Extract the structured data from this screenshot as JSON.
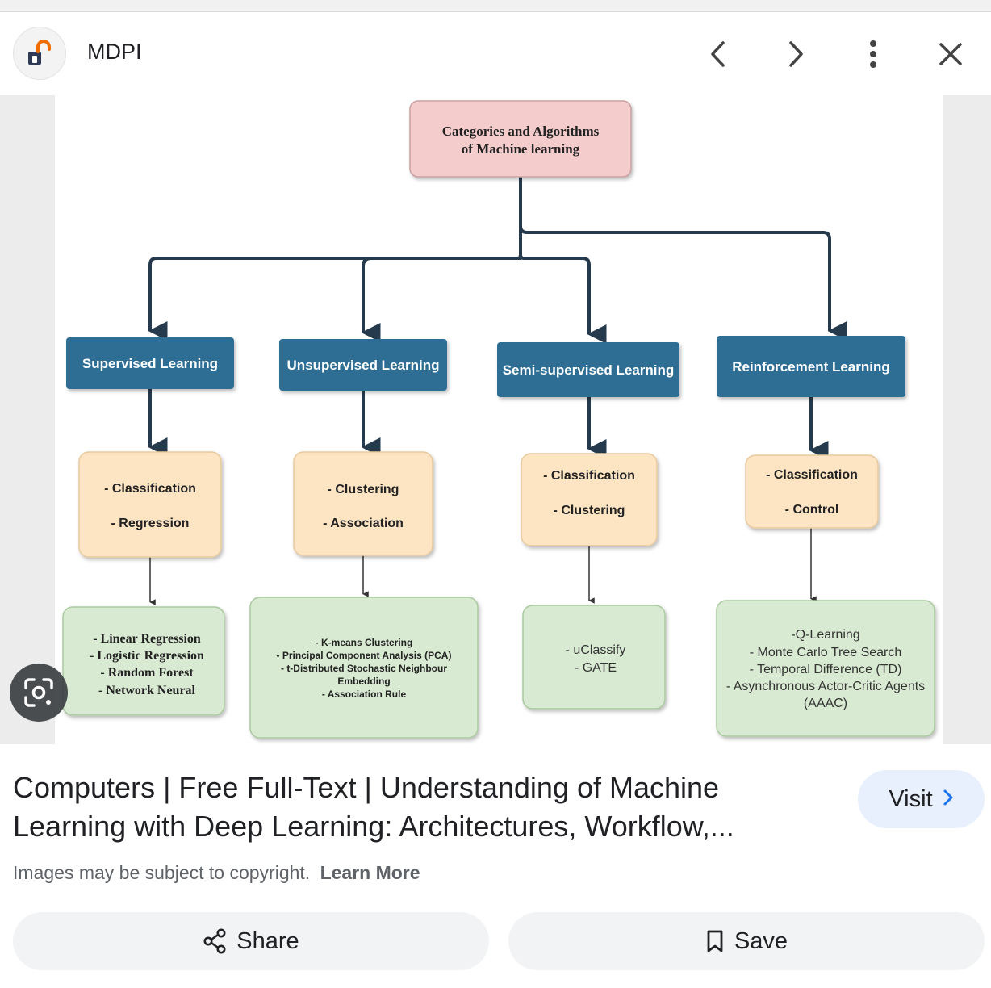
{
  "header": {
    "source_name": "MDPI",
    "icons": {
      "favicon": "unlock-icon",
      "prev": "chevron-left-icon",
      "next": "chevron-right-icon",
      "more": "more-vertical-icon",
      "close": "close-icon"
    }
  },
  "diagram": {
    "root_line1": "Categories and Algorithms",
    "root_line2": "of Machine learning",
    "categories": [
      {
        "label": "Supervised Learning",
        "tasks": [
          "- Classification",
          "- Regression"
        ],
        "algorithms": [
          "- Linear Regression",
          "- Logistic Regression",
          "- Random Forest",
          "- Network Neural"
        ]
      },
      {
        "label": "Unsupervised Learning",
        "tasks": [
          "- Clustering",
          "- Association"
        ],
        "algorithms": [
          "- K-means Clustering",
          "- Principal Component Analysis (PCA)",
          "- t-Distributed Stochastic Neighbour",
          "Embedding",
          "- Association Rule"
        ]
      },
      {
        "label": "Semi-supervised Learning",
        "tasks": [
          "- Classification",
          "- Clustering"
        ],
        "algorithms": [
          "- uClassify",
          "- GATE"
        ]
      },
      {
        "label": "Reinforcement Learning",
        "tasks": [
          "- Classification",
          "- Control"
        ],
        "algorithms": [
          "-Q-Learning",
          "- Monte Carlo Tree Search",
          "- Temporal Difference (TD)",
          "- Asynchronous Actor-Critic Agents",
          "(AAAC)"
        ]
      }
    ],
    "colors": {
      "root_fill": "#f4cccc",
      "category_fill": "#2d6e95",
      "task_fill": "#fde5c4",
      "algo_fill": "#d9ead3",
      "connector": "#253a4d"
    }
  },
  "lens": {
    "icon": "lens-search-icon"
  },
  "result": {
    "title": "Computers | Free Full-Text | Understanding of Machine Learning with Deep Learning: Architectures, Workflow,...",
    "visit_label": "Visit",
    "copyright_text": "Images may be subject to copyright.",
    "learn_more": "Learn More"
  },
  "actions": {
    "share_label": "Share",
    "save_label": "Save",
    "share_icon": "share-icon",
    "save_icon": "bookmark-icon"
  }
}
